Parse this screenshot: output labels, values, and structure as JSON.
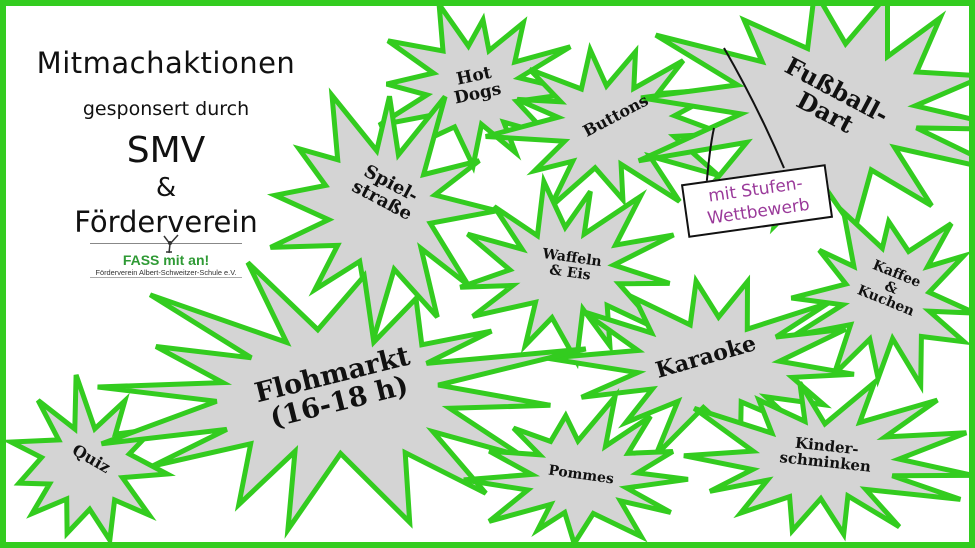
{
  "heading": {
    "title": "Mitmachaktionen",
    "subtitle": "gesponsert durch",
    "sponsor1": "SMV",
    "ampersand": "&",
    "sponsor2": "Förderverein"
  },
  "logo": {
    "name": "FASS mit an!",
    "caption": "Förderverein Albert-Schweitzer-Schule e.V."
  },
  "colors": {
    "border": "#33cc1f",
    "burst_fill": "#d4d4d4",
    "sign_text": "#9a3a9a"
  },
  "activities": [
    {
      "label": "Hot Dogs"
    },
    {
      "label": "Buttons"
    },
    {
      "label": "Fußball-Dart"
    },
    {
      "label": "Spiel-straße"
    },
    {
      "label": "Waffeln & Eis"
    },
    {
      "label": "Kaffee & Kuchen"
    },
    {
      "label": "Karaoke"
    },
    {
      "label": "Flohmarkt (16-18 h)"
    },
    {
      "label": "Quiz"
    },
    {
      "label": "Pommes"
    },
    {
      "label": "Kinder-schminken"
    }
  ],
  "labels": {
    "hotdogs": [
      "Hot",
      "Dogs"
    ],
    "buttons": "Buttons",
    "fussball": [
      "Fußball-",
      "Dart"
    ],
    "spiel": [
      "Spiel-",
      "straße"
    ],
    "waffeln": [
      "Waffeln",
      "& Eis"
    ],
    "kaffee": [
      "Kaffee",
      "&",
      "Kuchen"
    ],
    "karaoke": "Karaoke",
    "flohmarkt": [
      "Flohmarkt",
      "(16-18 h)"
    ],
    "quiz": "Quiz",
    "pommes": "Pommes",
    "kinder": [
      "Kinder-",
      "schminken"
    ]
  },
  "sign": [
    "mit Stufen-",
    "Wettbewerb"
  ]
}
